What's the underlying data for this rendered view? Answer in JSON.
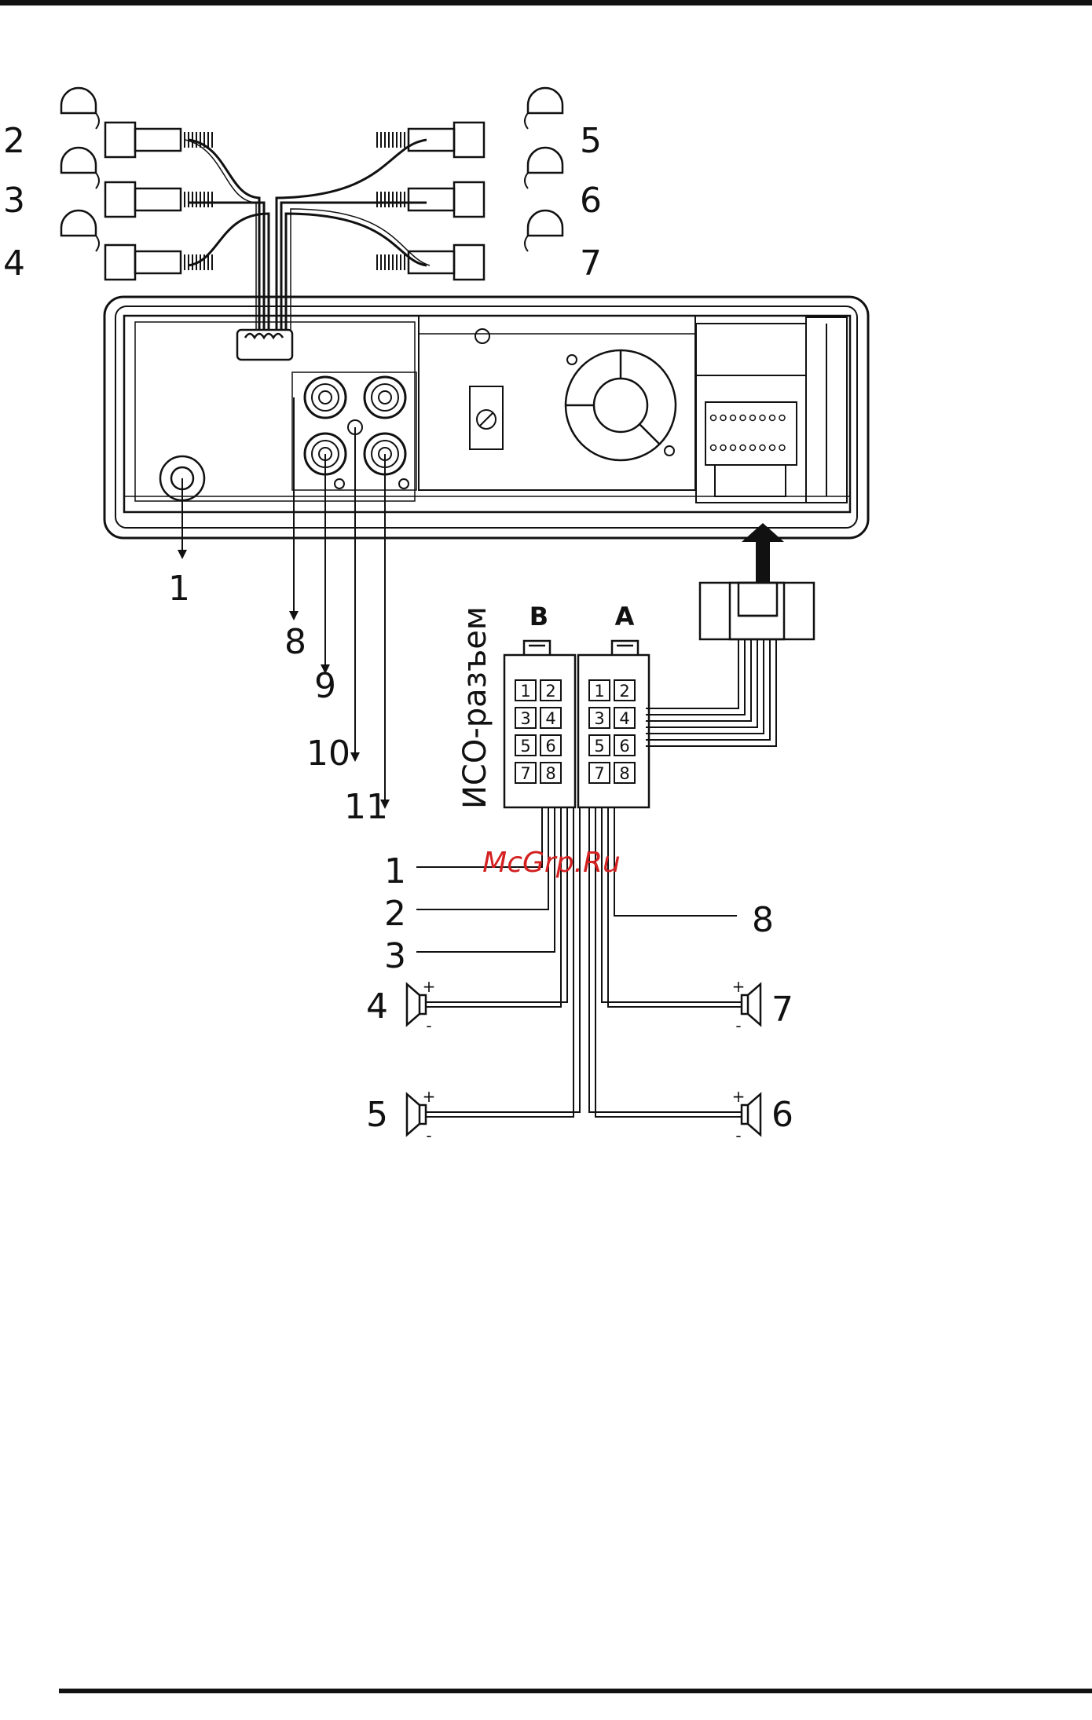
{
  "connector_b_letter": "B",
  "connector_a_letter": "A",
  "iso_connector_label": "ИСО-разъем",
  "watermark": "McGrp.Ru",
  "polarity": {
    "plus": "+",
    "minus": "-"
  },
  "connector_pins": [
    "1",
    "2",
    "3",
    "4",
    "5",
    "6",
    "7",
    "8"
  ],
  "rca_callouts": {
    "left": [
      "2",
      "3",
      "4"
    ],
    "right": [
      "5",
      "6",
      "7"
    ]
  },
  "unit_callouts": {
    "antenna": "1",
    "c8": "8",
    "c9": "9",
    "c10": "10",
    "c11": "11"
  },
  "iso_callouts": {
    "w1": "1",
    "w2": "2",
    "w3": "3",
    "w8": "8",
    "spk4": "4",
    "spk5": "5",
    "spk6": "6",
    "spk7": "7"
  }
}
